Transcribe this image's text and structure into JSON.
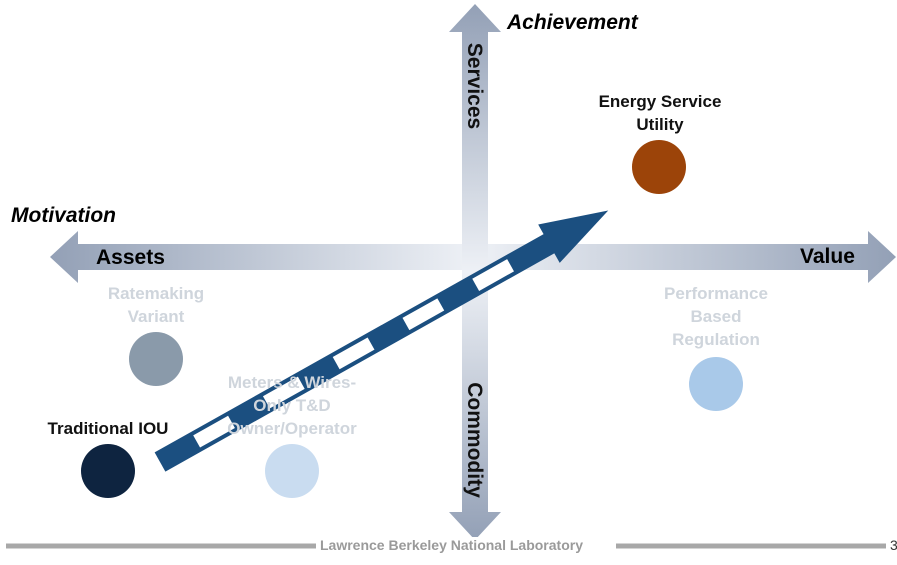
{
  "axes": {
    "y_title": "Achievement",
    "x_title": "Motivation",
    "left_label": "Assets",
    "right_label": "Value",
    "top_label": "Services",
    "bottom_label": "Commodity"
  },
  "nodes": [
    {
      "id": "energy-service-utility",
      "lines": [
        "Energy Service",
        "Utility"
      ],
      "color": "#9c4409",
      "dim": false
    },
    {
      "id": "ratemaking-variant",
      "lines": [
        "Ratemaking",
        "Variant"
      ],
      "color": "#8a9aaa",
      "dim": true
    },
    {
      "id": "performance-based-regulation",
      "lines": [
        "Performance",
        "Based",
        "Regulation"
      ],
      "color": "#a9c9e9",
      "dim": true
    },
    {
      "id": "meters-wires-only",
      "lines": [
        "Meters & Wires-",
        "Only T&D",
        "Owner/Operator"
      ],
      "color": "#c9dcf0",
      "dim": true
    },
    {
      "id": "traditional-iou",
      "lines": [
        "Traditional IOU"
      ],
      "color": "#0e2440",
      "dim": false
    }
  ],
  "colors": {
    "axis": "#9aa6ba",
    "arrow": "#1b4f80",
    "arrow_stripe": "#ffffff",
    "footer_line": "#a8a8a8"
  },
  "footer": {
    "text": "Lawrence Berkeley National Laboratory",
    "page": "3"
  }
}
